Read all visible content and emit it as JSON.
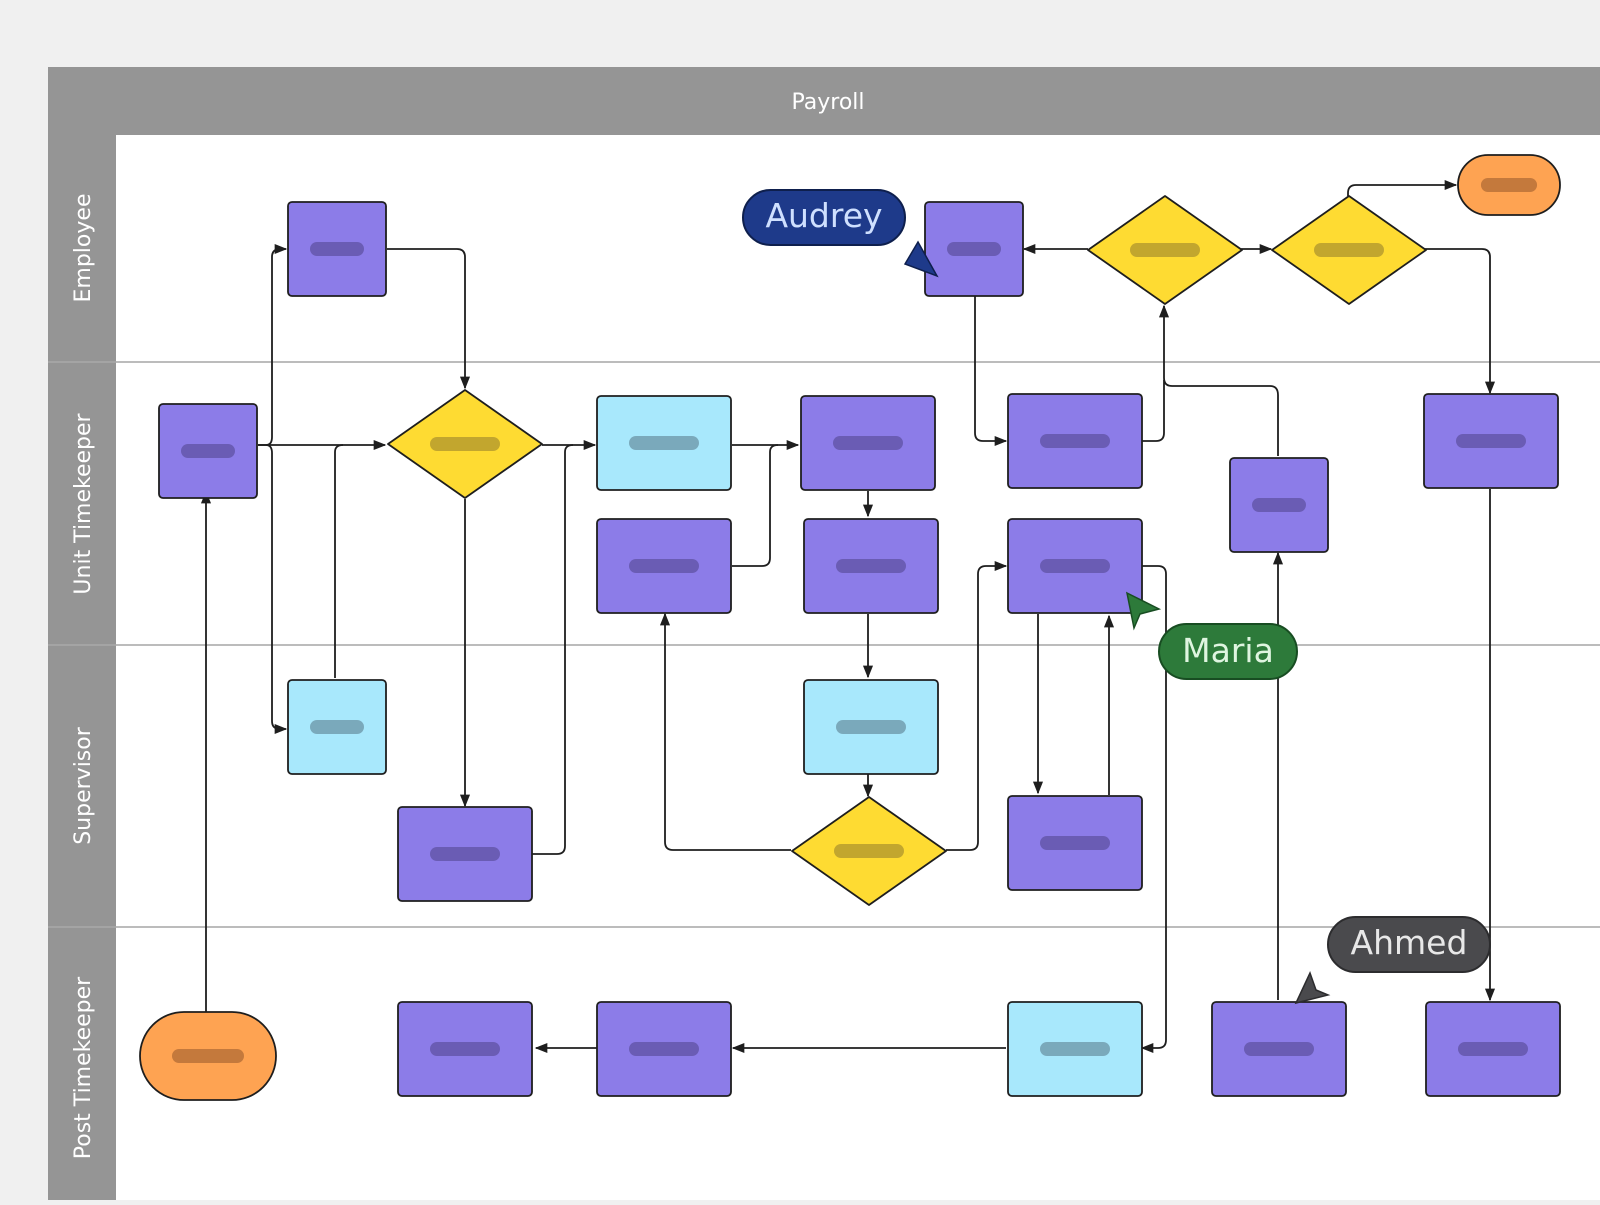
{
  "diagram": {
    "title": "Payroll",
    "lanes": [
      "Employee",
      "Unit Timekeeper",
      "Supervisor",
      "Post Timekeeper"
    ]
  },
  "colors": {
    "canvas_background": "#f0f0f0",
    "header": "#959595",
    "lane_divider": "#a6a6a6",
    "process": "#8c7ce8",
    "process_placeholder": "#6a5cb4",
    "subprocess": "#a8e8fc",
    "subprocess_placeholder": "#7aa9bb",
    "decision": "#fedb32",
    "decision_placeholder": "#c2a62e",
    "terminator": "#fea352",
    "terminator_placeholder": "#c4793c",
    "connector": "#1e1e1e"
  },
  "collaborators": [
    {
      "name": "Audrey",
      "color": "#1e3a8a",
      "text_color": "#cfe0ff"
    },
    {
      "name": "Maria",
      "color": "#2d7a3a",
      "text_color": "#dff5e0"
    },
    {
      "name": "Ahmed",
      "color": "#4a4a4d",
      "text_color": "#e8e8e8"
    }
  ]
}
